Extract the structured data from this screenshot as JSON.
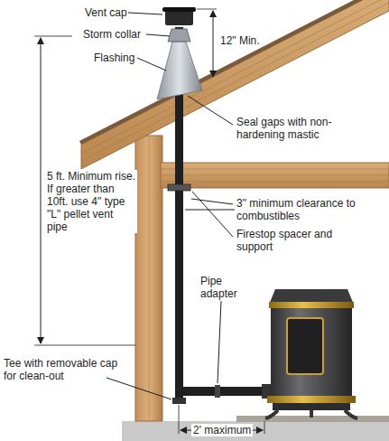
{
  "diagram": {
    "labels": [
      "Vent cap",
      "12\" Min.",
      "Storm collar",
      "Flashing",
      "Seal gaps with non-hardening mastic",
      "3\" minimum clearance to combustibles",
      "Firestop spacer and support",
      "5 ft. Minimum rise. If greater than 10ft. use 4\" type \"L\" pellet vent pipe",
      "Pipe adapter",
      "Tee with removable cap for clean-out",
      "2' maximum"
    ]
  }
}
